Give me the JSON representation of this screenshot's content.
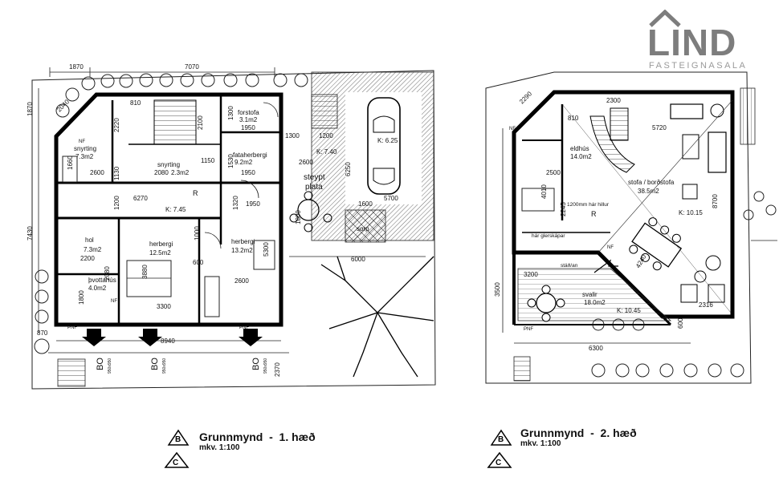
{
  "logo": {
    "word": "LIND",
    "subtitle": "FASTEIGNASALA"
  },
  "plan1": {
    "title": "Grunnmynd  -  1. hæð",
    "scale": "mkv. 1:100",
    "marker_b": "B",
    "marker_c": "C",
    "dims": {
      "d1870_top": "1870",
      "d7070": "7070",
      "d1870_side": "1870",
      "d2040": "2040",
      "d810": "810",
      "d2220": "2220",
      "d2100": "2100",
      "d1300a": "1300",
      "d1950a": "1950",
      "d1300b": "1300",
      "d1200": "1200",
      "d1530": "1530",
      "d1950b": "1950",
      "d1150": "1150",
      "d2600a": "2600",
      "d2080a": "2080",
      "d1130": "1130",
      "d2600b": "2600",
      "d6270": "6270",
      "d7430": "7430",
      "d1200b": "1200",
      "d1320": "1320",
      "d1950c": "1950",
      "d1800_tbl": "1800",
      "d1600": "1600",
      "d6250": "6250",
      "d5700": "5700",
      "d2200": "2200",
      "d2080b": "2080",
      "d1000": "1000",
      "d3880": "3880",
      "d600": "600",
      "d3300": "3300",
      "d2600c": "2600",
      "d5300": "5300",
      "d6000": "6000",
      "d1800": "1800",
      "d870": "870",
      "d8940": "8940",
      "d2370": "2370",
      "d1660": "1660"
    },
    "rooms": {
      "snyrting": "snyrting",
      "snyrting_area": "7.3m2",
      "snyrting2": "snyrting",
      "snyrting2_area": "2.3m2",
      "forstofa": "forstofa",
      "forstofa_area": "3.1m2",
      "fataherbergi": "fataherbergi",
      "fataherbergi_area": "9.2m2",
      "hol": "hol",
      "hol_area": "7.3m2",
      "herbergi1": "herbergi",
      "herbergi1_area": "12.5m2",
      "herbergi2": "herbergi",
      "herbergi2_area": "13.2m2",
      "thvottahus": "þvottahús",
      "thvottahus_area": "4.0m2",
      "steypt1": "steypt",
      "steypt2": "plata",
      "sorp": "sorp"
    },
    "levels": {
      "k745": "K: 7.45",
      "k740": "K: 7.40",
      "k625": "K: 6.25"
    },
    "marks": {
      "r": "R",
      "nf1": "NF",
      "nf2": "NF",
      "pnf1": "PNF",
      "pnf2": "PNF",
      "bo": "BO",
      "bo_sub": "950x950"
    }
  },
  "plan2": {
    "title": "Grunnmynd  -  2. hæð",
    "scale": "mkv. 1:100",
    "marker_b": "B",
    "marker_c": "C",
    "dims": {
      "d2300": "2300",
      "d2290": "2290",
      "d810": "810",
      "d5720": "5720",
      "d2500": "2500",
      "d4010": "4010",
      "d2245": "2245",
      "d8700": "8700",
      "d3200": "3200",
      "d3500": "3500",
      "d4240": "4240",
      "d2316": "2316",
      "d600": "600",
      "d6300": "6300"
    },
    "rooms": {
      "eldhus": "eldhús",
      "eldhus_area": "14.0m2",
      "stofa": "stofa / borðstofa",
      "stofa_area": "38.5m2",
      "hillur": "1200mm hár hillur",
      "skapar": "hár glerskápar",
      "svalir": "svalir",
      "svalir_area": "18.0m2",
      "stadan": "stáð/an"
    },
    "levels": {
      "k1015": "K: 10.15",
      "k1045": "K: 10.45"
    },
    "marks": {
      "r": "R",
      "nf1": "NF",
      "nf2": "NF",
      "pnf": "PNF"
    }
  }
}
